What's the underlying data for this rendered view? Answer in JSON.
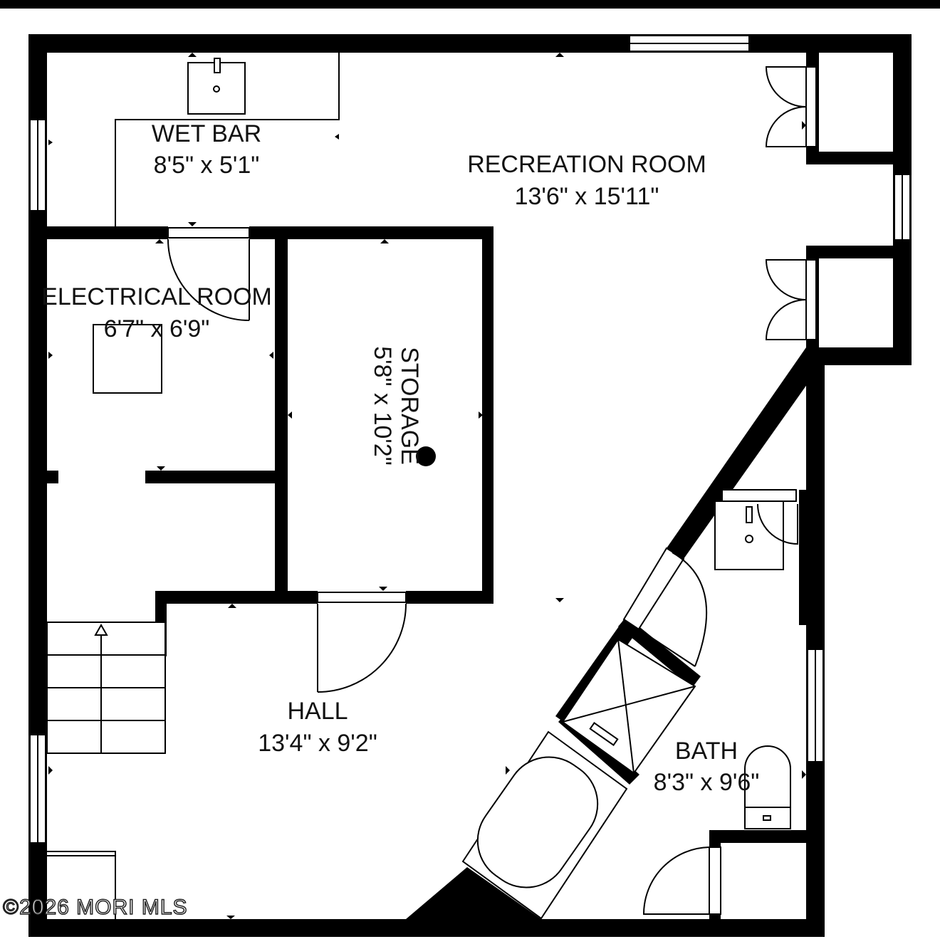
{
  "rooms": {
    "wet_bar": {
      "name": "WET BAR",
      "size": "8'5\" x 5'1\""
    },
    "recreation_room": {
      "name": "RECREATION ROOM",
      "size": "13'6\" x 15'11\""
    },
    "electrical_room": {
      "name": "ELECTRICAL ROOM",
      "size": "6'7\" x 6'9\""
    },
    "storage": {
      "name": "STORAGE",
      "size": "5'8\" x 10'2\""
    },
    "hall": {
      "name": "HALL",
      "size": "13'4\" x 9'2\""
    },
    "bath": {
      "name": "BATH",
      "size": "8'3\" x 9'6\""
    }
  },
  "watermark": "©2026 MORI MLS",
  "colors": {
    "wall": "#000000",
    "background": "#ffffff"
  }
}
